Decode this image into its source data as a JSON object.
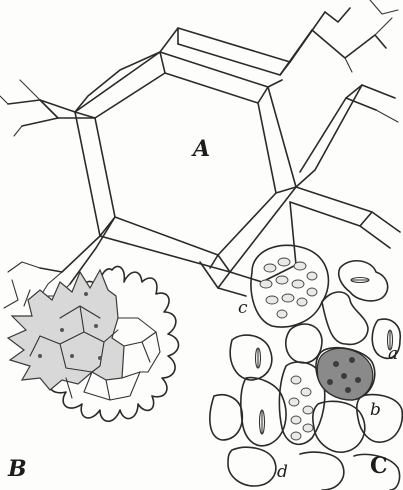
{
  "figure": {
    "labels": {
      "A": "A",
      "B": "B",
      "C": "C",
      "a": "a",
      "b": "b",
      "c": "c",
      "d": "d"
    }
  }
}
